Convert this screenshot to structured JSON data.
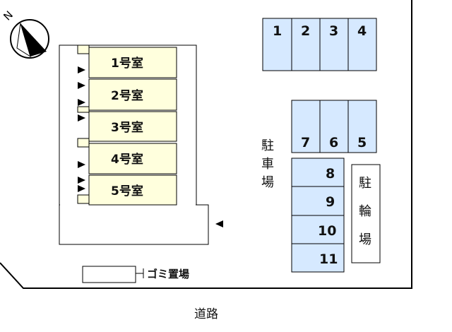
{
  "compass": {
    "label": "N",
    "icon": "north-arrow-compass-icon"
  },
  "rooms": [
    "1号室",
    "2号室",
    "3号室",
    "4号室",
    "5号室"
  ],
  "parking": {
    "label_chars": [
      "駐",
      "車",
      "場"
    ],
    "top_row": [
      "1",
      "2",
      "3",
      "4"
    ],
    "middle_row": [
      "7",
      "6",
      "5"
    ],
    "right_column": [
      "8",
      "9",
      "10",
      "11"
    ]
  },
  "bicycle_parking": {
    "label_chars": [
      "駐",
      "輪",
      "場"
    ]
  },
  "trash": {
    "label": "ゴミ置場"
  },
  "road": {
    "label": "道路"
  },
  "colors": {
    "room_fill": "#ffffdd",
    "parking_fill": "#d6e9ff",
    "outline": "#000000"
  }
}
